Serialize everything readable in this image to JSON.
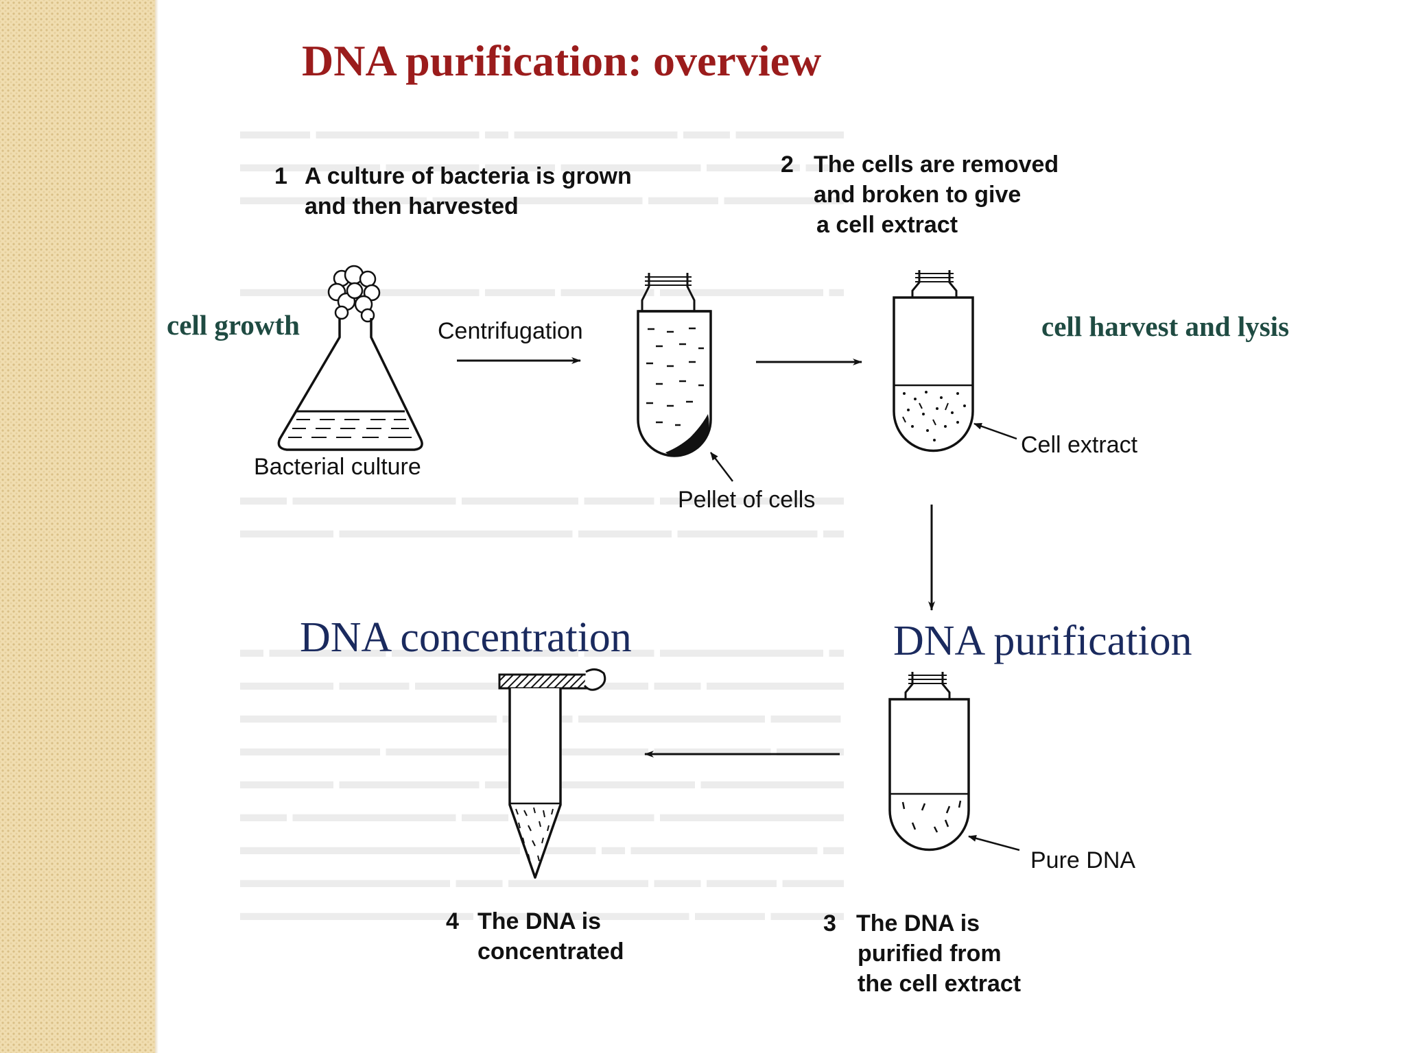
{
  "slide": {
    "title": "DNA purification: overview",
    "colors": {
      "title": "#9b1c1c",
      "stage_green": "#1f4b42",
      "stage_blue": "#1a2a5e",
      "sidebar": "#f0ddb0"
    }
  },
  "stages": {
    "cell_growth": "cell growth",
    "cell_harvest": "cell harvest and lysis",
    "dna_concentration": "DNA concentration",
    "dna_purification": "DNA purification"
  },
  "steps": {
    "step1": {
      "number": "1",
      "line1": "A culture of bacteria is grown",
      "line2": "and then harvested"
    },
    "step2": {
      "number": "2",
      "line1": "The cells are removed",
      "line2": "and broken to give",
      "line3": "a cell extract"
    },
    "step3": {
      "number": "3",
      "line1": "The DNA is",
      "line2": "purified from",
      "line3": "the cell extract"
    },
    "step4": {
      "number": "4",
      "line1": "The DNA is",
      "line2": "concentrated"
    }
  },
  "labels": {
    "centrifugation": "Centrifugation",
    "bacterial_culture": "Bacterial culture",
    "pellet_of_cells": "Pellet of cells",
    "cell_extract": "Cell extract",
    "pure_dna": "Pure DNA"
  }
}
